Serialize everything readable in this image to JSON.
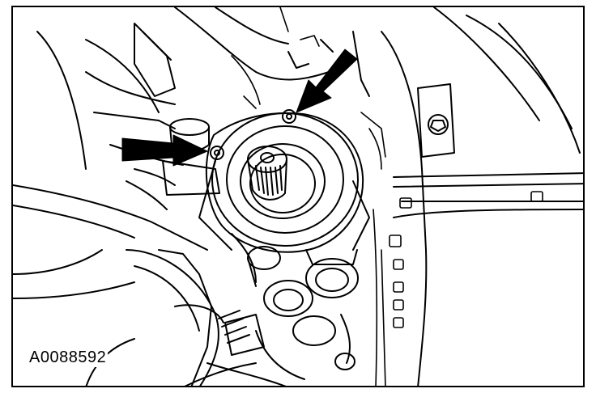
{
  "figure": {
    "reference_code": "A0088592",
    "callouts": [
      {
        "name": "bolt-arrow-upper",
        "points_to": "upper-mounting-bolt"
      },
      {
        "name": "bolt-arrow-left",
        "points_to": "left-mounting-bolt"
      }
    ]
  },
  "colors": {
    "ink": "#000000",
    "paper": "#ffffff"
  }
}
